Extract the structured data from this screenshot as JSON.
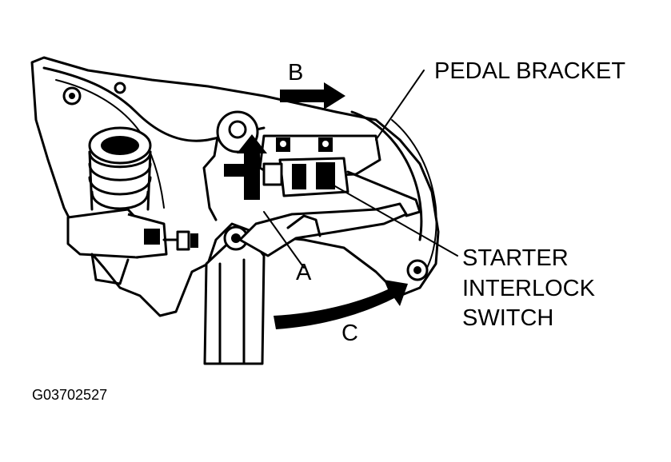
{
  "labels": {
    "pedal_bracket": "PEDAL BRACKET",
    "arrow_a": "A",
    "arrow_b": "B",
    "arrow_c": "C",
    "switch_line1": "STARTER",
    "switch_line2": "INTERLOCK",
    "switch_line3": "SWITCH",
    "figure_code": "G03702527"
  }
}
